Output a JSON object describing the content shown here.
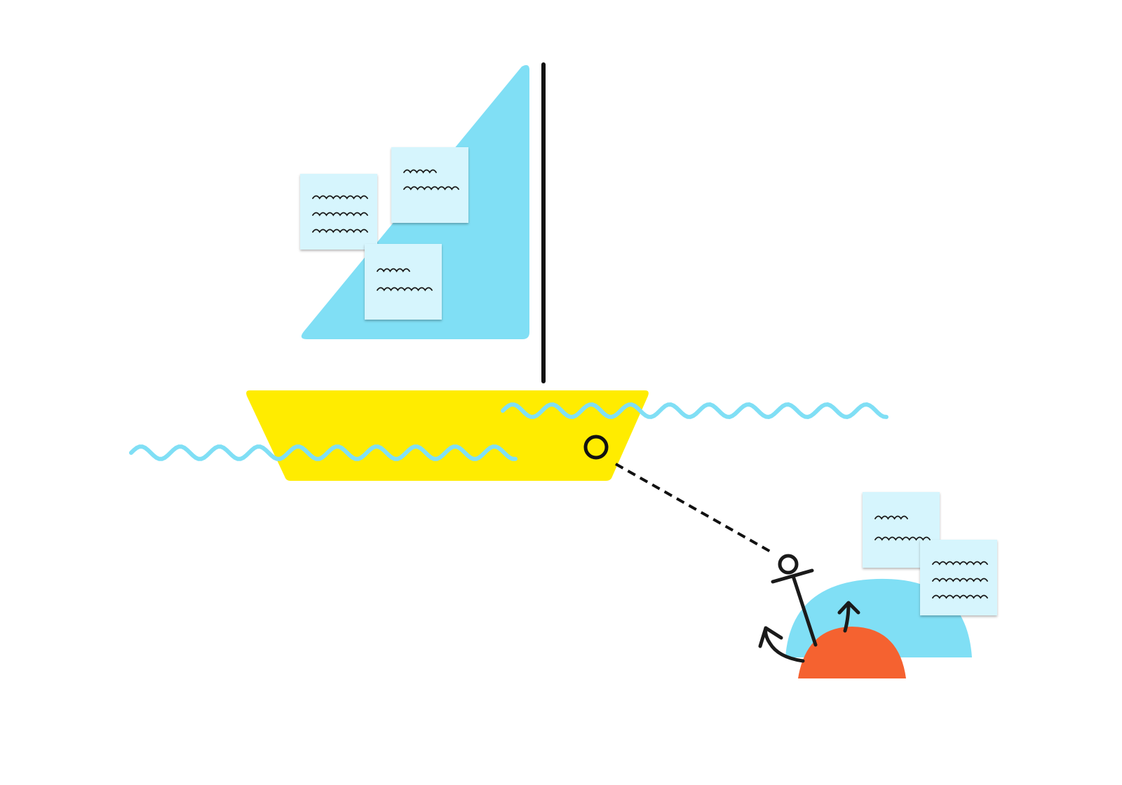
{
  "illustration": {
    "subject": "sailboat-retrospective",
    "colors": {
      "background": "#ffffff",
      "sail": "#80dff5",
      "hull": "#ffec00",
      "mast": "#111111",
      "wave": "#80dff5",
      "sticky_note": "#d6f5fd",
      "scribble": "#1a1a1a",
      "rock": "#80dff5",
      "buoy": "#f56230",
      "anchor": "#1a1a1a"
    },
    "icons": [
      "sail-shape",
      "mast-line",
      "hull-shape",
      "wave-line",
      "sticky-note",
      "anchor-icon",
      "rope-line",
      "rock-shape",
      "buoy-shape"
    ]
  }
}
